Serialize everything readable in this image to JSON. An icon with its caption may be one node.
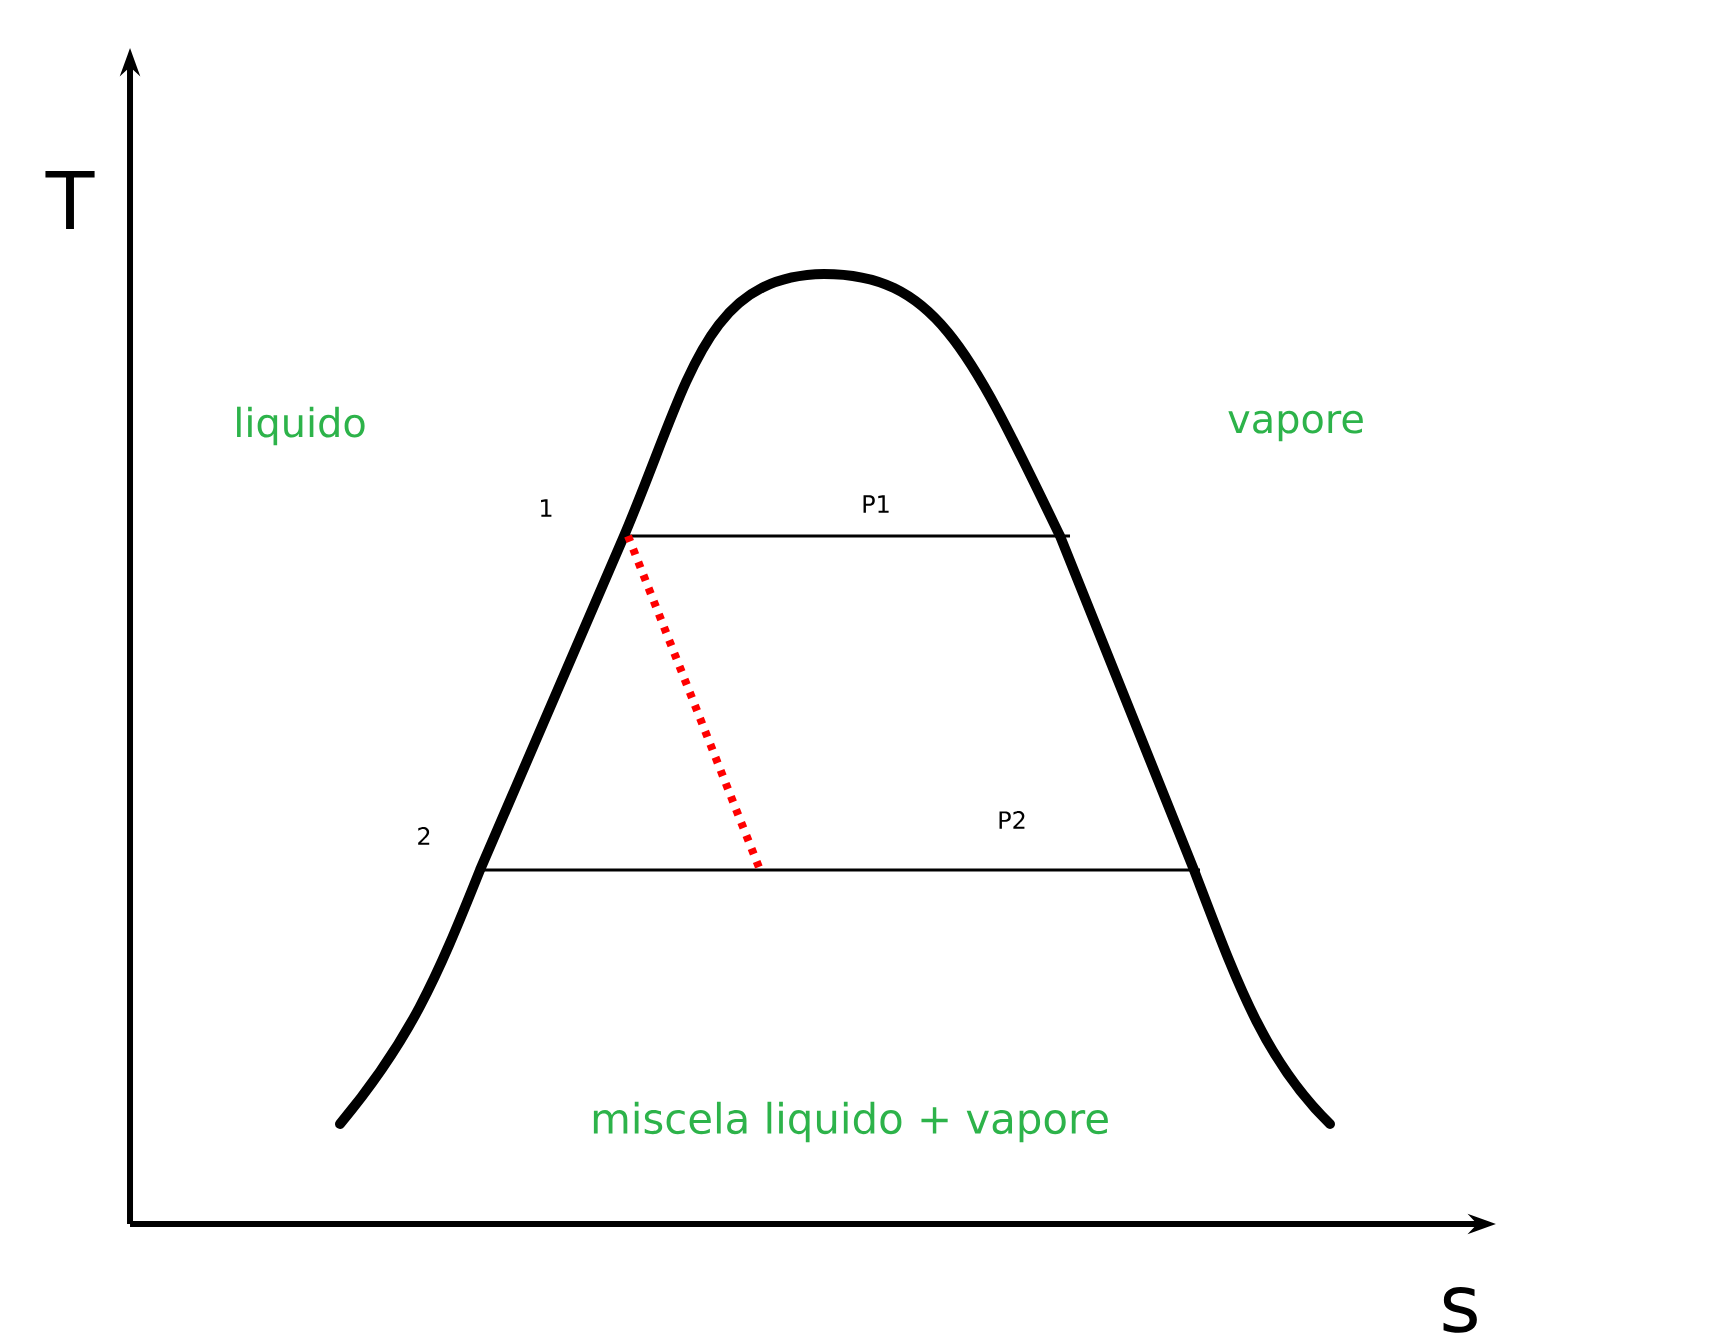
{
  "diagram": {
    "labels": [
      "T",
      "liquido",
      "vapore",
      "1",
      "P1",
      "2",
      "P2",
      "miscela liquido + vapore",
      "s"
    ]
  }
}
